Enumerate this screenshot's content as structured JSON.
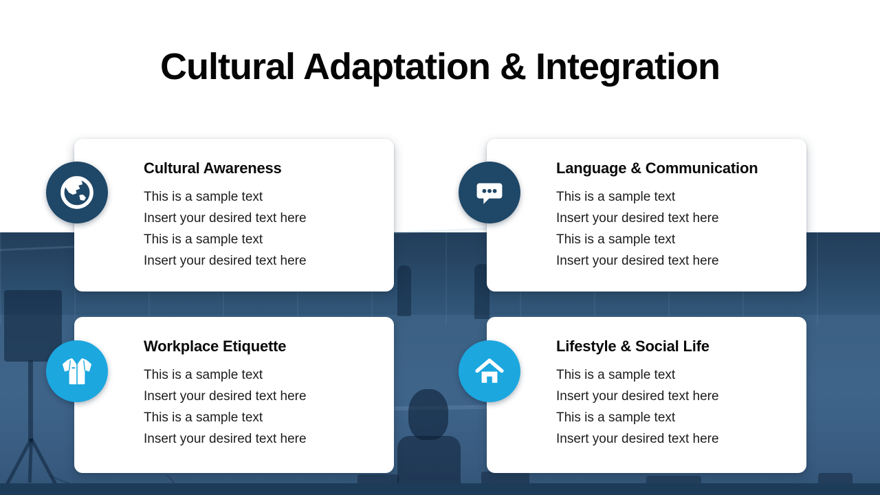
{
  "slide": {
    "title": "Cultural Adaptation & Integration"
  },
  "cards": [
    {
      "id": "cultural-awareness",
      "icon": "globe-icon",
      "accent": "#1F4767",
      "title": "Cultural Awareness",
      "lines": [
        "This is a sample text",
        "Insert your desired text here",
        "This is a sample text",
        "Insert your desired text here"
      ]
    },
    {
      "id": "language-communication",
      "icon": "chat-icon",
      "accent": "#1F4767",
      "title": "Language & Communication",
      "lines": [
        "This is a sample text",
        "Insert your desired text here",
        "This is a sample text",
        "Insert your desired text here"
      ]
    },
    {
      "id": "workplace-etiquette",
      "icon": "shirt-icon",
      "accent": "#1CA7DF",
      "title": "Workplace Etiquette",
      "lines": [
        "This is a sample text",
        "Insert your desired text here",
        "This is a sample text",
        "Insert your desired text here"
      ]
    },
    {
      "id": "lifestyle-social-life",
      "icon": "home-icon",
      "accent": "#1CA7DF",
      "title": "Lifestyle & Social Life",
      "lines": [
        "This is a sample text",
        "Insert your desired text here",
        "This is a sample text",
        "Insert your desired text here"
      ]
    }
  ],
  "colors": {
    "accent_dark": "#1F4767",
    "accent_light": "#1CA7DF",
    "photo_overlay_blue": "#33587C",
    "footer_strip": "#1D3C59",
    "card_background": "#FFFFFF",
    "title_color": "#050505"
  }
}
